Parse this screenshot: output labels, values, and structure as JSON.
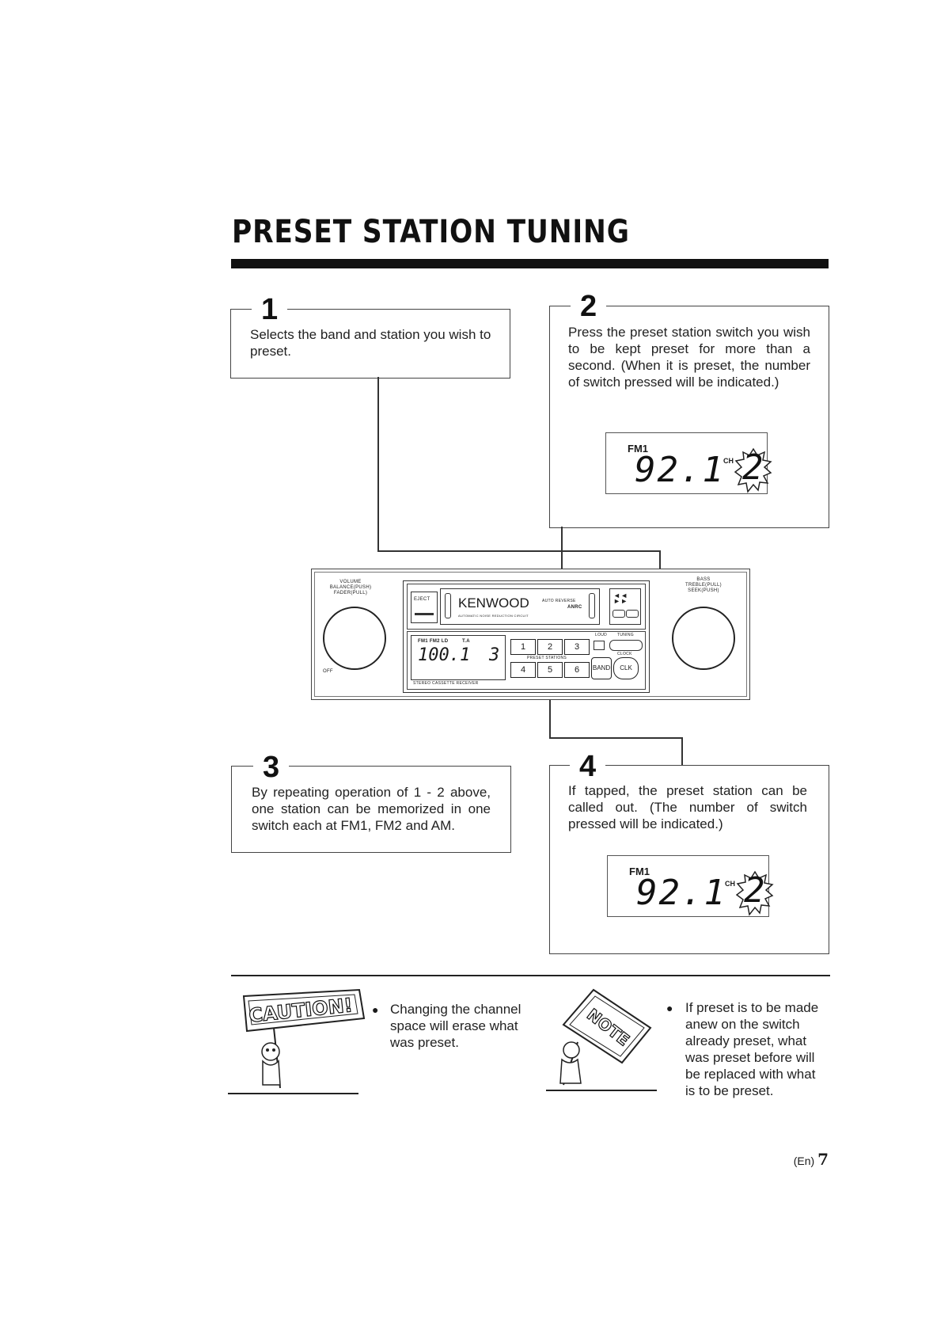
{
  "page": {
    "title": "PRESET STATION TUNING",
    "page_number_prefix": "(En)",
    "page_number": "7"
  },
  "steps": [
    {
      "number": "1",
      "text": "Selects the band and station you wish to preset."
    },
    {
      "number": "2",
      "text": "Press the preset station switch you wish to be kept preset for more than a second. (When it is preset, the number of switch pressed will be indicated.)"
    },
    {
      "number": "3",
      "text": "By repeating operation of 1 - 2 above, one station can be memorized in one switch each at FM1, FM2 and AM."
    },
    {
      "number": "4",
      "text": "If tapped, the preset station can be called out. (The number of switch pressed will be indicated.)"
    }
  ],
  "display_step2": {
    "band": "FM1",
    "frequency": "92.1",
    "ch_label": "CH",
    "channel": "2"
  },
  "display_step4": {
    "band": "FM1",
    "frequency": "92.1",
    "ch_label": "CH",
    "channel": "2"
  },
  "radio": {
    "brand": "KENWOOD",
    "left_knob_labels": [
      "VOLUME",
      "BALANCE(PUSH)",
      "FADER(PULL)"
    ],
    "off_label": "OFF",
    "right_knob_labels": [
      "BASS",
      "TREBLE(PULL)",
      "SEEK(PUSH)"
    ],
    "eject_label": "EJECT",
    "tape_labels": [
      "AUTO REVERSE",
      "AUTOMATIC NOISE REDUCTION CIRCUIT"
    ],
    "anrc_label": "ANRC",
    "band_indicators": "FM1 FM2 LD",
    "ta_label": "T.A",
    "display_frequency": "100.1",
    "display_channel": "3",
    "receiver_label": "STEREO CASSETTE RECEIVER",
    "preset_buttons": [
      "1",
      "2",
      "3",
      "4",
      "5",
      "6"
    ],
    "preset_label": "PRESET STATIONS",
    "band_button": "BAND",
    "clk_button": "CLK",
    "loud_label": "LOUD",
    "tuning_label": "TUNING",
    "clock_label": "CLOCK"
  },
  "caution": {
    "sign": "CAUTION!",
    "text": "Changing the channel space will erase what was preset."
  },
  "note": {
    "sign": "NOTE",
    "text": "If preset is to be made anew on the switch already preset, what was preset before will be replaced with what is to be preset."
  },
  "colors": {
    "ink": "#1a1a1a",
    "rule": "#111111",
    "paper": "#ffffff"
  }
}
